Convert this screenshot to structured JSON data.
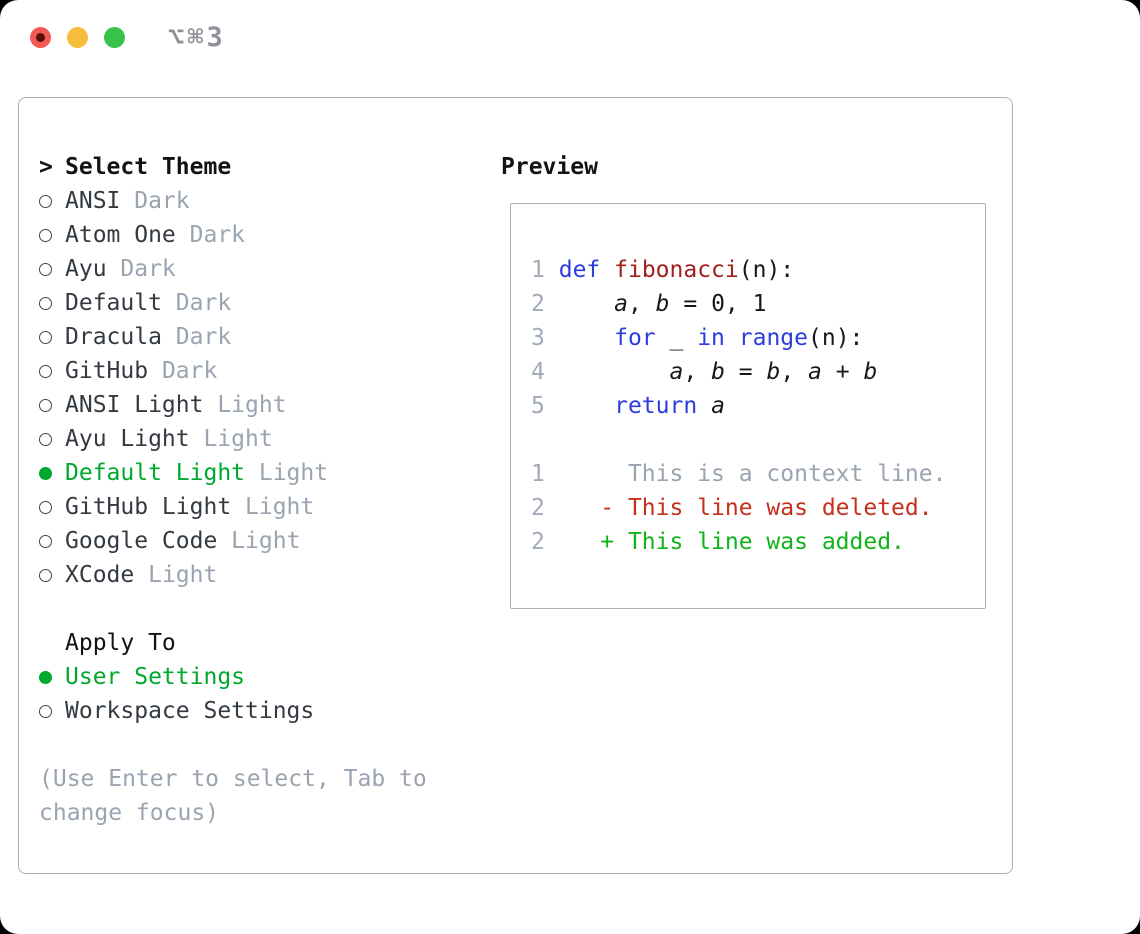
{
  "window": {
    "title": "⌥⌘3",
    "traffic_lights": [
      "close",
      "minimize",
      "zoom"
    ]
  },
  "theme_picker": {
    "header_prefix": ">",
    "header": "Select Theme",
    "items": [
      {
        "name": "ANSI",
        "variant": "Dark",
        "selected": false
      },
      {
        "name": "Atom One",
        "variant": "Dark",
        "selected": false
      },
      {
        "name": "Ayu",
        "variant": "Dark",
        "selected": false
      },
      {
        "name": "Default",
        "variant": "Dark",
        "selected": false
      },
      {
        "name": "Dracula",
        "variant": "Dark",
        "selected": false
      },
      {
        "name": "GitHub",
        "variant": "Dark",
        "selected": false
      },
      {
        "name": "ANSI Light",
        "variant": "Light",
        "selected": false
      },
      {
        "name": "Ayu Light",
        "variant": "Light",
        "selected": false
      },
      {
        "name": "Default Light",
        "variant": "Light",
        "selected": true
      },
      {
        "name": "GitHub Light",
        "variant": "Light",
        "selected": false
      },
      {
        "name": "Google Code",
        "variant": "Light",
        "selected": false
      },
      {
        "name": "XCode",
        "variant": "Light",
        "selected": false
      }
    ]
  },
  "apply_to": {
    "header": "Apply To",
    "options": [
      {
        "label": "User Settings",
        "selected": true
      },
      {
        "label": "Workspace Settings",
        "selected": false
      }
    ]
  },
  "help_text": "(Use Enter to select, Tab to change focus)",
  "preview": {
    "header": "Preview",
    "code_lines": [
      {
        "number": "1",
        "segments": [
          {
            "t": "def",
            "c": "kw"
          },
          {
            "t": " "
          },
          {
            "t": "fibonacci",
            "c": "fn"
          },
          {
            "t": "(n):"
          }
        ]
      },
      {
        "number": "2",
        "segments": [
          {
            "t": "    "
          },
          {
            "t": "a",
            "i": true
          },
          {
            "t": ", "
          },
          {
            "t": "b",
            "i": true
          },
          {
            "t": " = 0, 1"
          }
        ]
      },
      {
        "number": "3",
        "segments": [
          {
            "t": "    "
          },
          {
            "t": "for",
            "c": "kw"
          },
          {
            "t": " _ "
          },
          {
            "t": "in",
            "c": "kw"
          },
          {
            "t": " "
          },
          {
            "t": "range",
            "c": "kw"
          },
          {
            "t": "(n):"
          }
        ]
      },
      {
        "number": "4",
        "segments": [
          {
            "t": "        "
          },
          {
            "t": "a",
            "i": true
          },
          {
            "t": ", "
          },
          {
            "t": "b",
            "i": true
          },
          {
            "t": " = "
          },
          {
            "t": "b",
            "i": true
          },
          {
            "t": ", "
          },
          {
            "t": "a",
            "i": true
          },
          {
            "t": " + "
          },
          {
            "t": "b",
            "i": true
          }
        ]
      },
      {
        "number": "5",
        "segments": [
          {
            "t": "    "
          },
          {
            "t": "return",
            "c": "kw"
          },
          {
            "t": " "
          },
          {
            "t": "a",
            "i": true
          }
        ]
      }
    ],
    "diff_lines": [
      {
        "number": "1",
        "type": "context",
        "text": "     This is a context line."
      },
      {
        "number": "2",
        "type": "deleted",
        "text": "   - This line was deleted."
      },
      {
        "number": "2",
        "type": "added",
        "text": "   + This line was added."
      }
    ]
  },
  "colors": {
    "accent_green": "#00a82d",
    "diff_added": "#10b419",
    "diff_deleted": "#c5301c",
    "keyword_blue": "#2b3ce0",
    "function_red": "#9e211b",
    "muted_gray": "#9aa4b0",
    "line_number": "#a0aab8",
    "text_dark": "#343a41",
    "header_dark": "#101417",
    "border_gray": "#aab3bd",
    "traffic_red": "#f15b51",
    "traffic_yellow": "#f7bd3c",
    "traffic_green": "#36c24b"
  }
}
